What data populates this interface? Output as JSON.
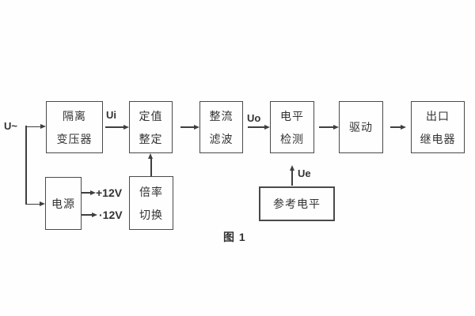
{
  "figure": {
    "caption": "图 1"
  },
  "colors": {
    "background": "#fefefe",
    "line": "#3f3f3f",
    "border": "#4a4a4a",
    "text": "#333333"
  },
  "blocks": {
    "isolation_transformer": {
      "line1": "隔离",
      "line2": "变压器"
    },
    "setting": {
      "line1": "定值",
      "line2": "整定"
    },
    "rectifier_filter": {
      "line1": "整流",
      "line2": "滤波"
    },
    "level_detection": {
      "line1": "电平",
      "line2": "检测"
    },
    "drive": {
      "label": "驱动"
    },
    "output_relay": {
      "line1": "出口",
      "line2": "继电器"
    },
    "power_supply": {
      "label": "电源"
    },
    "ratio_switch": {
      "line1": "倍率",
      "line2": "切换"
    },
    "reference_level": {
      "label": "参考电平"
    }
  },
  "signals": {
    "input": "U~",
    "ui": "Ui",
    "uo": "Uo",
    "ue": "Ue",
    "plus_12v": "+12V",
    "minus_12v": "·12V"
  }
}
